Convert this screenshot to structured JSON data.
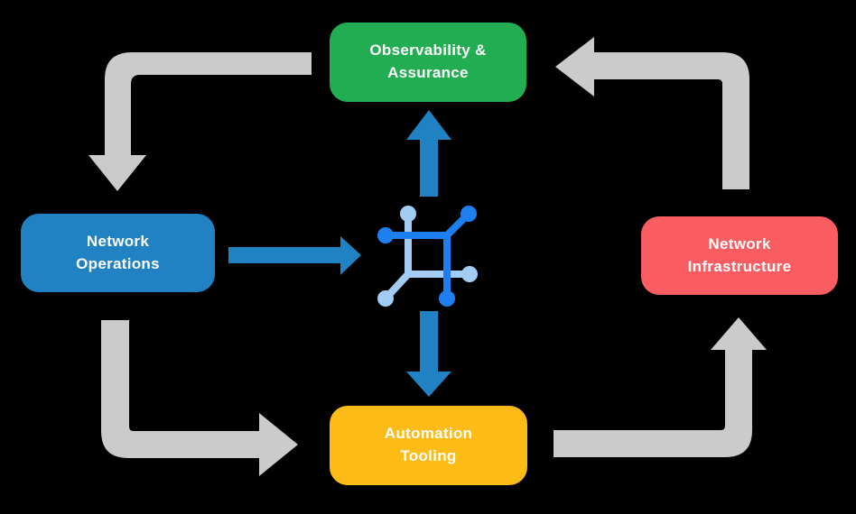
{
  "canvas": {
    "background_color": "#000000"
  },
  "nodes": [
    {
      "id": "observability",
      "label": "Observability &\nAssurance",
      "color": "#23AD53"
    },
    {
      "id": "operations",
      "label": "Network\nOperations",
      "color": "#2182C3"
    },
    {
      "id": "infrastructure",
      "label": "Network\nInfrastructure",
      "color": "#FA5D61"
    },
    {
      "id": "automation",
      "label": "Automation\nTooling",
      "color": "#FCBB16"
    }
  ],
  "center_icon": {
    "name": "network-automation-icon",
    "primary_color": "#1E80F0",
    "secondary_color": "#A3CCF5"
  },
  "arrows": {
    "cycle_color": "#CBCBCB",
    "flow_color": "#2182C3",
    "cycle": [
      {
        "from": "Observability & Assurance",
        "to": "Network Operations"
      },
      {
        "from": "Network Operations",
        "to": "Automation Tooling"
      },
      {
        "from": "Automation Tooling",
        "to": "Network Infrastructure"
      },
      {
        "from": "Network Infrastructure",
        "to": "Observability & Assurance"
      }
    ],
    "flows": [
      {
        "from": "Network Operations",
        "to": "center-icon"
      },
      {
        "from": "center-icon",
        "to": "Observability & Assurance"
      },
      {
        "from": "center-icon",
        "to": "Automation Tooling"
      }
    ]
  }
}
